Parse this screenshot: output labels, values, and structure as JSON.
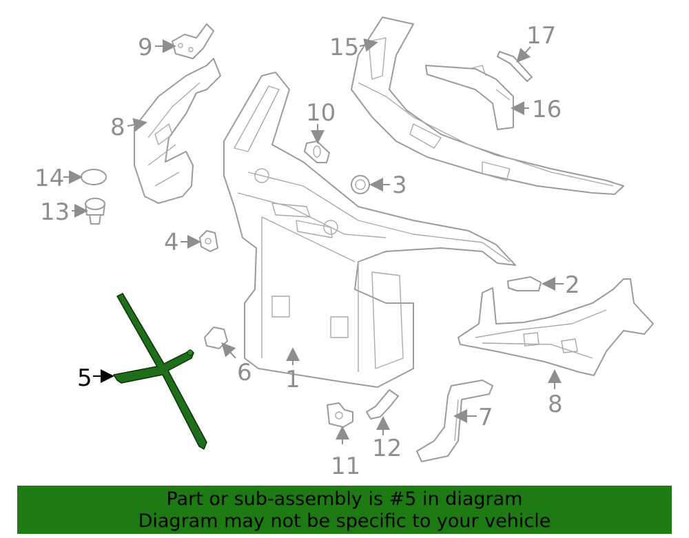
{
  "diagram": {
    "highlighted_part": "5",
    "callouts": [
      "1",
      "2",
      "3",
      "4",
      "5",
      "6",
      "7",
      "8",
      "8",
      "9",
      "10",
      "11",
      "12",
      "13",
      "14",
      "15",
      "16",
      "17"
    ]
  },
  "colors": {
    "highlight": "#1f6e1a",
    "banner": "#1e7a12",
    "part_lines": "#9a9a9a"
  },
  "banner": {
    "line1": "Part or sub-assembly is #5 in diagram",
    "line2": "Diagram may not be specific to your vehicle"
  }
}
